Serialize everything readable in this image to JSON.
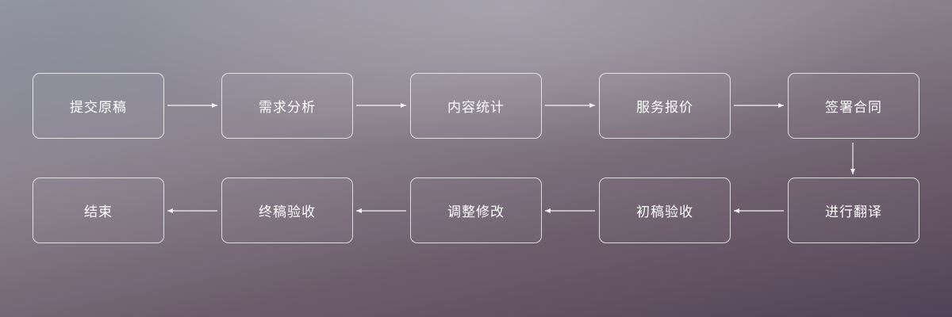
{
  "steps_row1": [
    "提交原稿",
    "需求分析",
    "内容统计",
    "服务报价",
    "签署合同"
  ],
  "steps_row2": [
    "进行翻译",
    "初稿验收",
    "调整修改",
    "终稿验收",
    "结束"
  ],
  "colors": {
    "box_border": "#ffffff",
    "text": "#ffffff",
    "arrow": "#ffffff"
  }
}
